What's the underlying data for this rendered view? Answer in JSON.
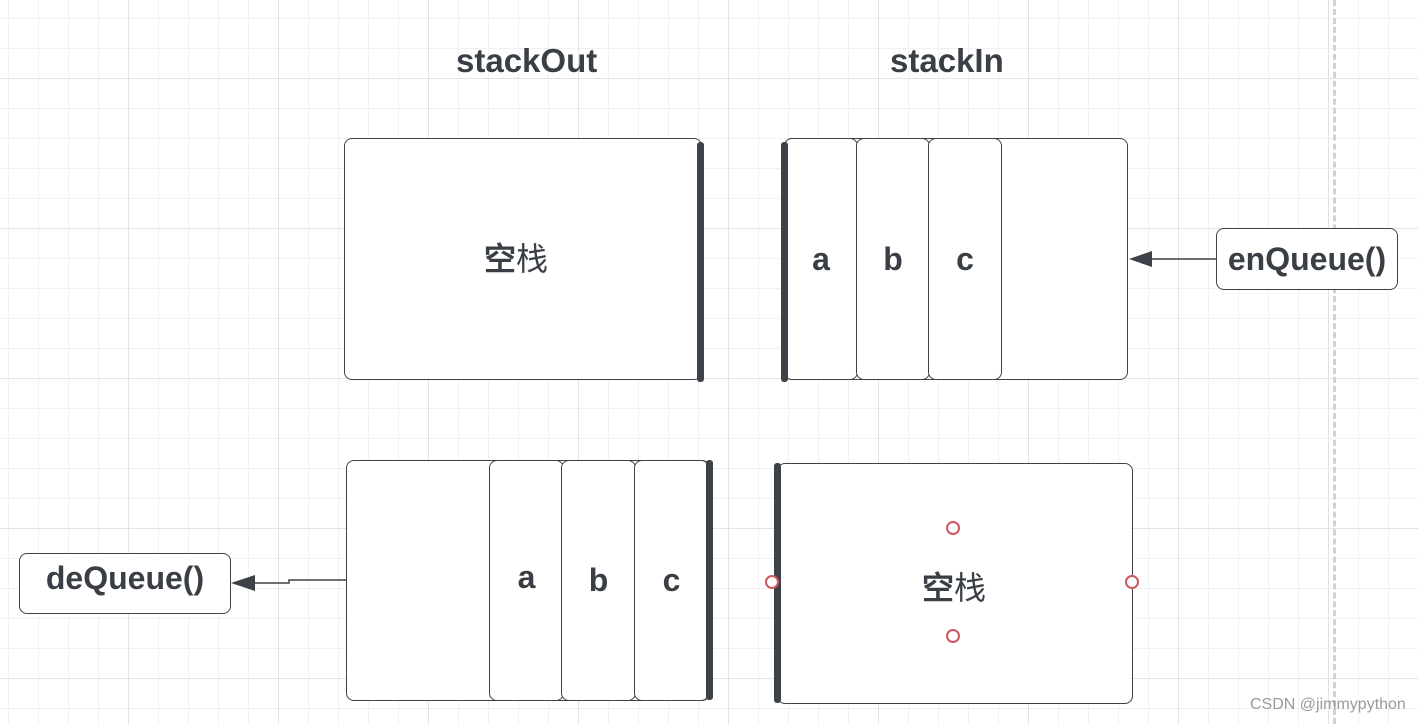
{
  "labels": {
    "stack_out": "stackOut",
    "stack_in": "stackIn"
  },
  "top": {
    "stack_out": {
      "empty_bold": "空",
      "empty_rest": "栈"
    },
    "stack_in": {
      "cells": [
        "a",
        "b",
        "c"
      ]
    },
    "operation": "enQueue()"
  },
  "bottom": {
    "stack_out": {
      "cells": [
        "a",
        "b",
        "c"
      ]
    },
    "stack_in": {
      "empty_bold": "空",
      "empty_rest": "栈"
    },
    "operation": "deQueue()"
  },
  "watermark": "CSDN @jimmypython",
  "colors": {
    "stroke": "#3d4248",
    "text": "#3a3f46",
    "handle": "#d0575f",
    "grid": "#e3e3e3"
  }
}
